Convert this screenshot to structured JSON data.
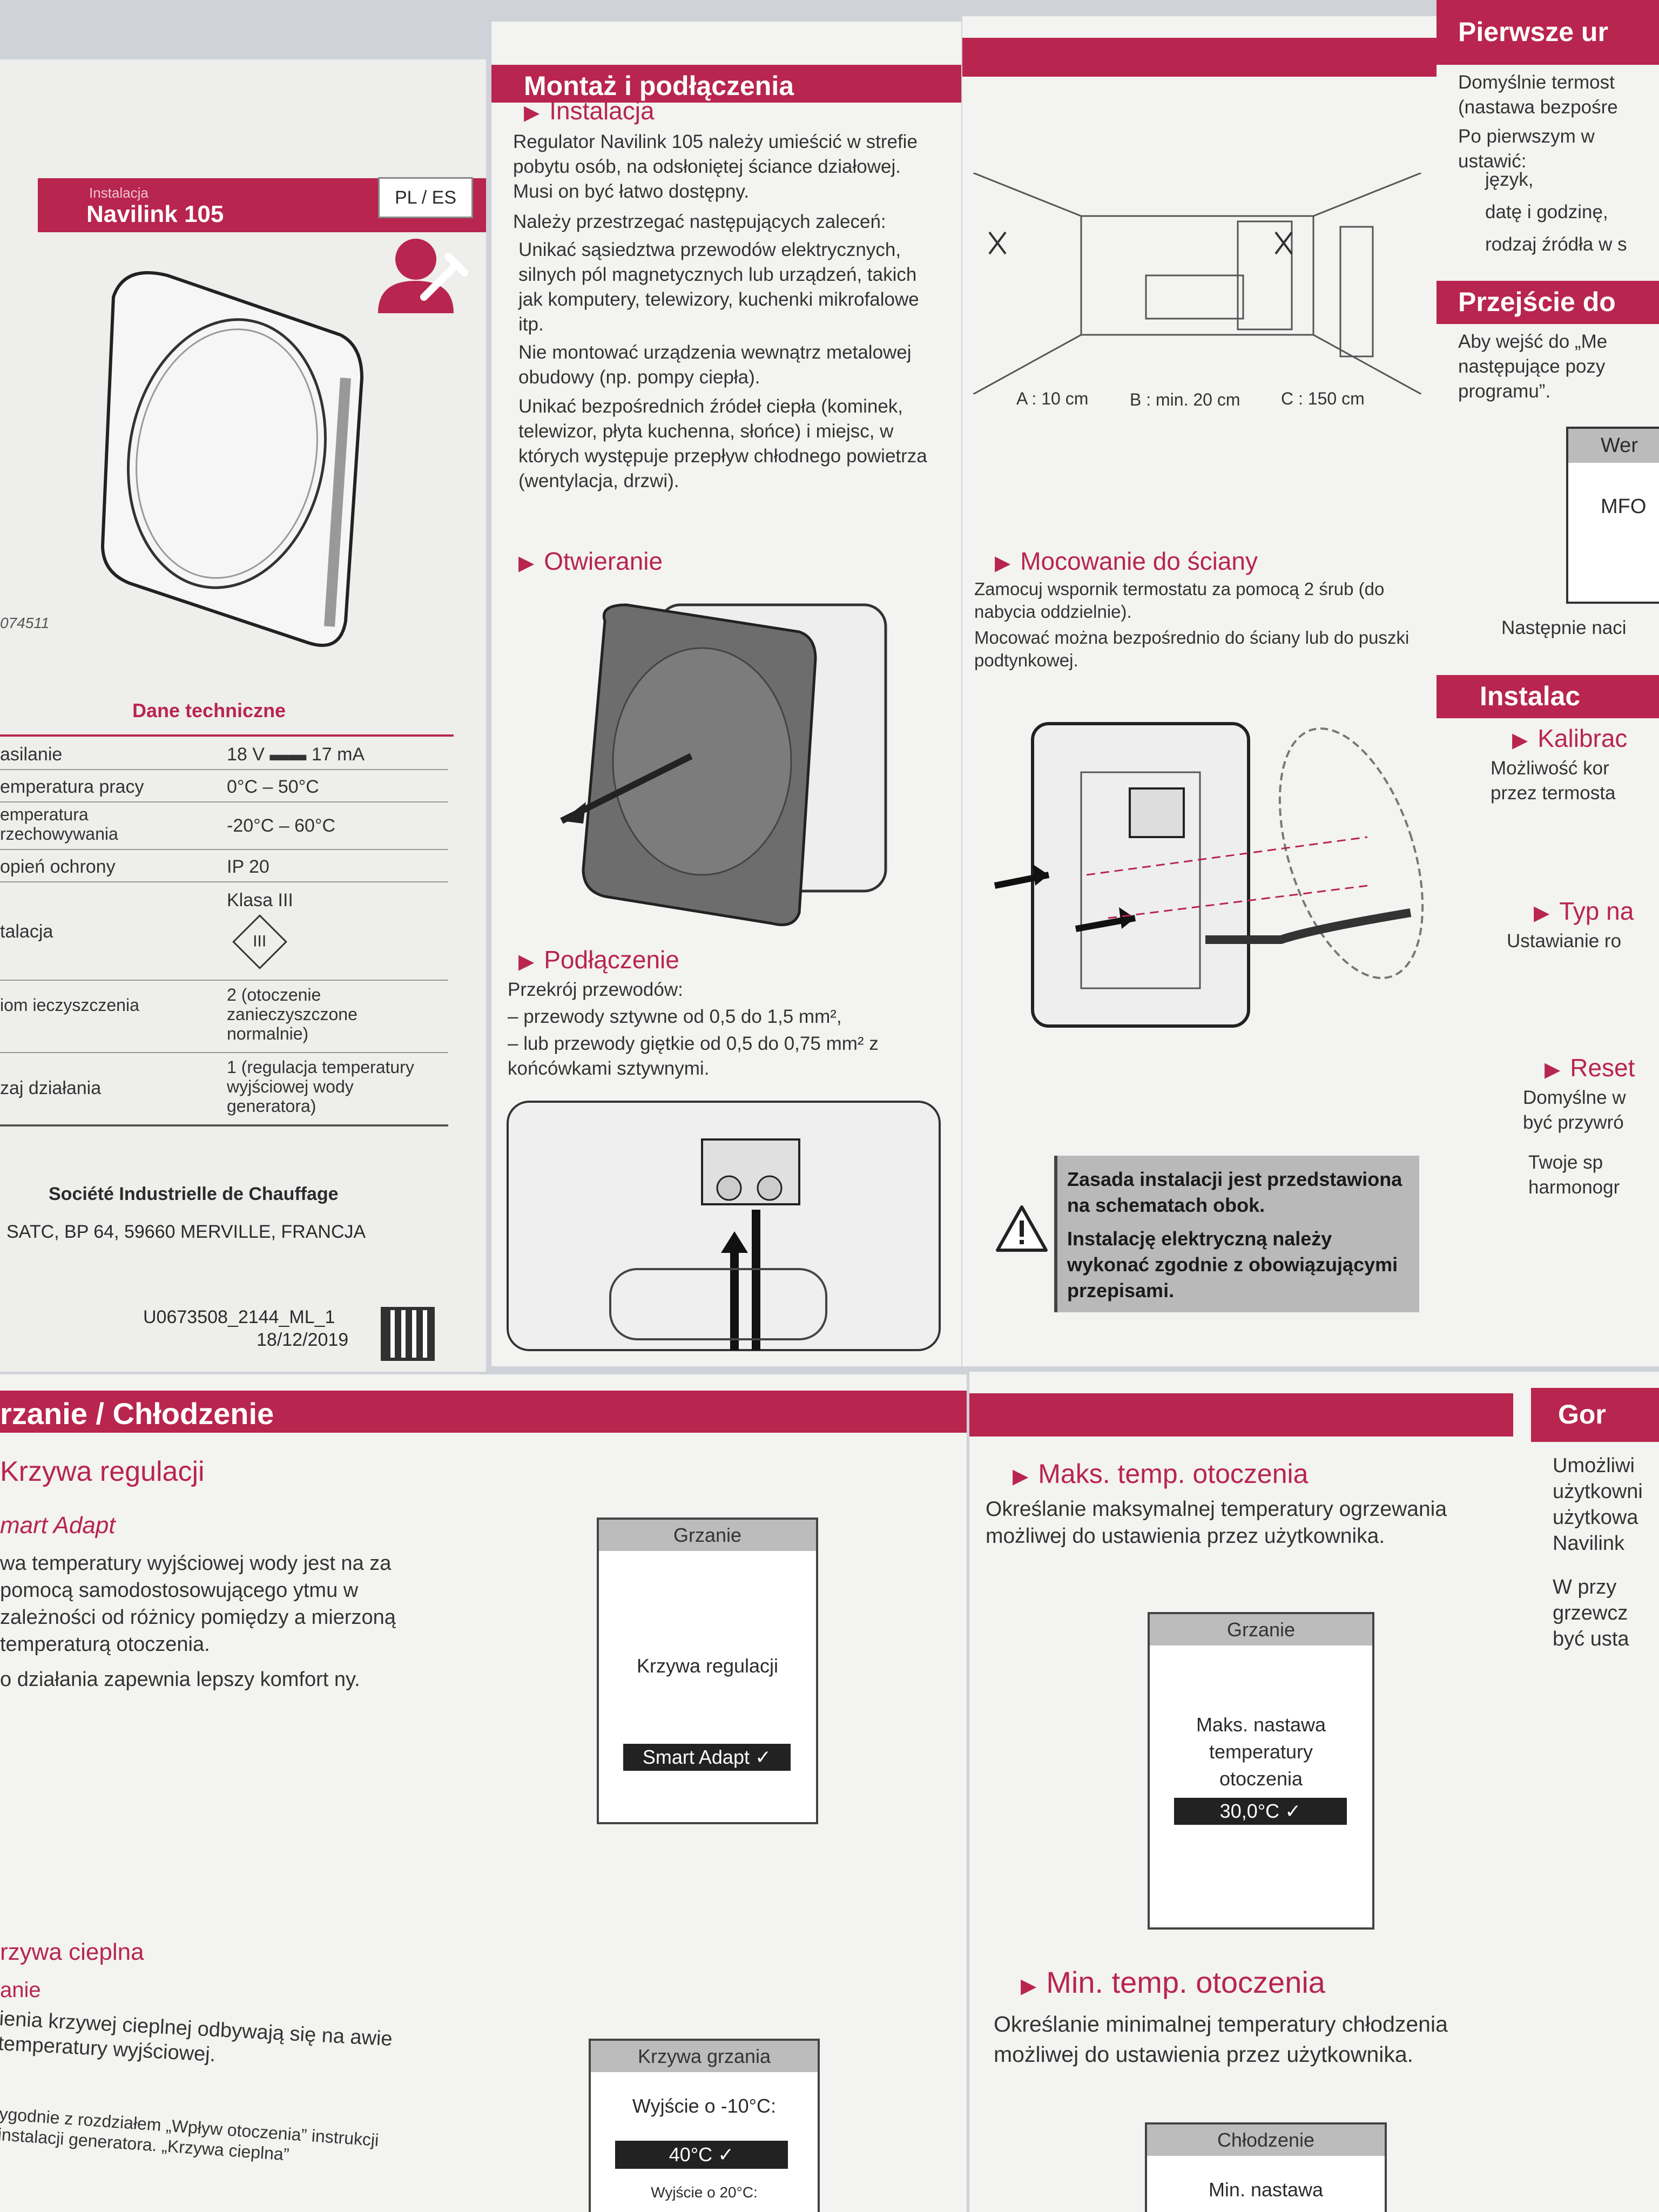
{
  "colors": {
    "accent": "#b8254e",
    "paper": "#f3f3f1",
    "background": "#cfd2d8"
  },
  "cover": {
    "label": "Instalacja",
    "product": "Navilink 105",
    "lang": "PL / ES",
    "install_icon": "user-wrench-icon",
    "code": "074511",
    "tech_title": "Dane techniczne",
    "tech_rows": [
      {
        "k": "asilanie",
        "v": "18 V ▬▬ 17 mA"
      },
      {
        "k": "emperatura pracy",
        "v": "0°C – 50°C"
      },
      {
        "k": "emperatura rzechowywania",
        "v": "-20°C – 60°C"
      },
      {
        "k": "opień ochrony",
        "v": "IP 20"
      },
      {
        "k": "talacja",
        "v": "Klasa III"
      },
      {
        "k": "iom ieczyszczenia",
        "v": "2 (otoczenie zanieczyszczone normalnie)"
      },
      {
        "k": "zaj działania",
        "v": "1 (regulacja temperatury wyjściowej wody generatora)"
      }
    ],
    "company": "Société Industrielle de Chauffage",
    "address": "SATC, BP 64, 59660 MERVILLE, FRANCJA",
    "doc_ref": "U0673508_2144_ML_1",
    "doc_date": "18/12/2019"
  },
  "install": {
    "band": "Montaż i podłączenia",
    "h_install": "Instalacja",
    "p1": "Regulator Navilink 105 należy umieścić w strefie pobytu osób, na odsłoniętej ściance działowej. Musi on być łatwo dostępny.",
    "p2": "Należy przestrzegać następujących zaleceń:",
    "b1": "Unikać sąsiedztwa przewodów elektrycznych, silnych pól magnetycznych lub urządzeń, takich jak komputery, telewizory, kuchenki mikrofalowe itp.",
    "b2": "Nie montować urządzenia wewnątrz metalowej obudowy (np. pompy ciepła).",
    "b3": "Unikać bezpośrednich źródeł ciepła (kominek, telewizor, płyta kuchenna, słońce) i miejsc, w których występuje przepływ chłodnego powietrza (wentylacja, drzwi).",
    "h_open": "Otwieranie",
    "h_conn": "Podłączenie",
    "c1": "Przekrój przewodów:",
    "c2": "– przewody sztywne od 0,5 do 1,5 mm²,",
    "c3": "– lub przewody giętkie od 0,5 do 0,75 mm² z końcówkami sztywnymi."
  },
  "mount": {
    "dims_a": "A : 10 cm",
    "dims_b": "B : min. 20 cm",
    "dims_c": "C : 150 cm",
    "h_wall": "Mocowanie do ściany",
    "w1": "Zamocuj wspornik termostatu za pomocą 2 śrub (do nabycia oddzielnie).",
    "w2": "Mocować można bezpośrednio do ściany lub do puszki podtynkowej.",
    "warn_icon": "warning-triangle-icon",
    "warn1": "Zasada instalacji jest przedstawiona na schematach obok.",
    "warn2": "Instalację elektryczną należy wykonać zgodnie z obowiązującymi przepisami."
  },
  "right": {
    "band1": "Pierwsze ur",
    "r1": "Domyślnie termost (nastawa bezpośre",
    "r2": "Po pierwszym w ustawić:",
    "r3": "język,",
    "r4": "datę i godzinę,",
    "r5": "rodzaj źródła w s",
    "band2": "Przejście do",
    "r6": "Aby wejść do „Me następujące pozy programu”.",
    "tbl_hdr": "Wer",
    "tbl_val": "MFO",
    "r7": "Następnie naci",
    "band3": "Instalac",
    "h_kal": "Kalibrac",
    "r8": "Możliwość kor przez termosta",
    "h_typ": "Typ na",
    "r9": "Ustawianie ro",
    "h_reset": "Reset",
    "r10": "Domyślne w być przywró",
    "r11": "Twoje sp harmonogr"
  },
  "bottom_left": {
    "band": "rzanie / Chłodzenie",
    "h1": "Krzywa regulacji",
    "h2": "mart Adapt",
    "p1": "wa temperatury wyjściowej wody jest na za pomocą samodostosowującego ytmu w zależności od różnicy pomiędzy a mierzoną temperaturą otoczenia.",
    "p2": "o działania zapewnia lepszy komfort ny.",
    "h3": "rzywa cieplna",
    "h4": "anie",
    "p3": "ienia krzywej cieplnej odbywają się na awie temperatury wyjściowej.",
    "p4": "ygodnie z rozdziałem „Wpływ otoczenia” instrukcji instalacji generatora. „Krzywa cieplna”",
    "s1_hdr": "Grzanie",
    "s1_label": "Krzywa regulacji",
    "s1_value": "Smart Adapt ✓",
    "s2_hdr": "Krzywa grzania",
    "s2_label": "Wyjście o -10°C:",
    "s2_value": "40°C ✓",
    "s2_next": "Wyjście o 20°C:"
  },
  "bottom_right": {
    "h1": "Maks. temp. otoczenia",
    "p1": "Określanie maksymalnej temperatury ogrzewania możliwej do ustawienia przez użytkownika.",
    "s1_hdr": "Grzanie",
    "s1_label": "Maks. nastawa temperatury otoczenia",
    "s1_value": "30,0°C ✓",
    "h2": "Min. temp. otoczenia",
    "p2": "Określanie minimalnej temperatury chłodzenia możliwej do ustawienia przez użytkownika.",
    "s2_hdr": "Chłodzenie",
    "s2_label": "Min. nastawa",
    "band": "Gor",
    "r1": "Umożliwi użytkowni użytkowa Navilink",
    "r2": "W przy grzewcz być usta"
  }
}
